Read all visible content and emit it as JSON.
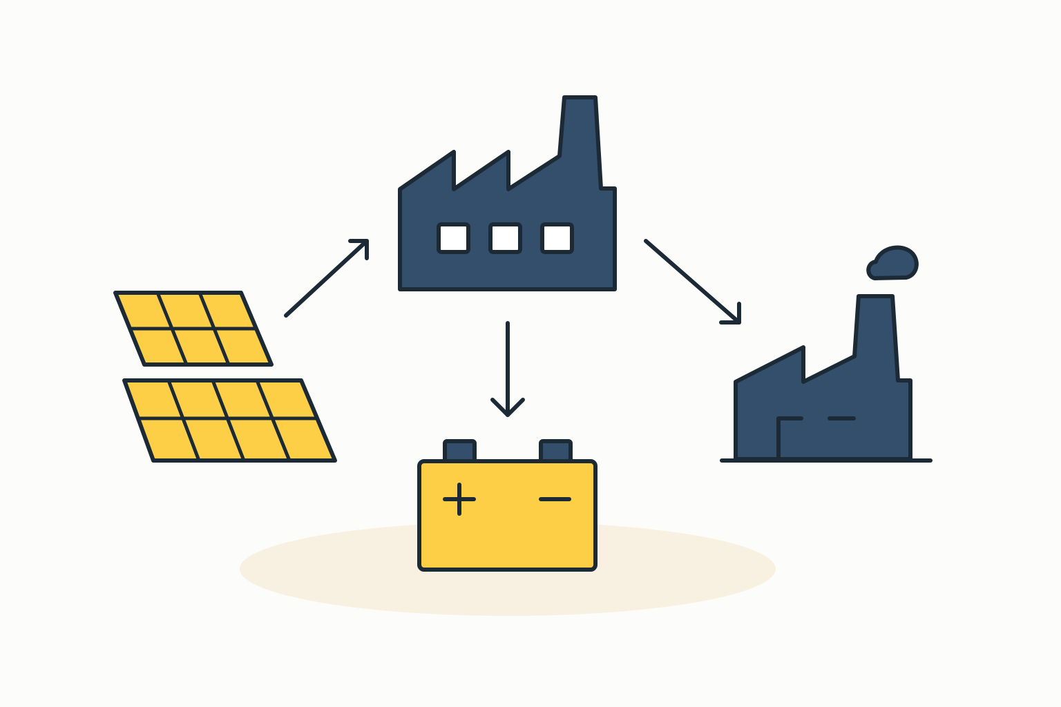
{
  "colors": {
    "background": "#fcfcfb",
    "outline": "#1c2a36",
    "factory_fill": "#344f6b",
    "solar_fill": "#fccf47",
    "battery_fill": "#fccf47",
    "window_fill": "#ffffff",
    "shadow_fill": "#f8f1e1"
  },
  "nodes": [
    {
      "id": "solar-panels",
      "icon": "solar-panel-icon"
    },
    {
      "id": "main-factory",
      "icon": "factory-icon"
    },
    {
      "id": "battery",
      "icon": "battery-icon"
    },
    {
      "id": "industrial-plant",
      "icon": "industrial-plant-icon"
    }
  ],
  "edges": [
    {
      "from": "solar-panels",
      "to": "main-factory"
    },
    {
      "from": "main-factory",
      "to": "battery"
    },
    {
      "from": "main-factory",
      "to": "industrial-plant"
    }
  ]
}
